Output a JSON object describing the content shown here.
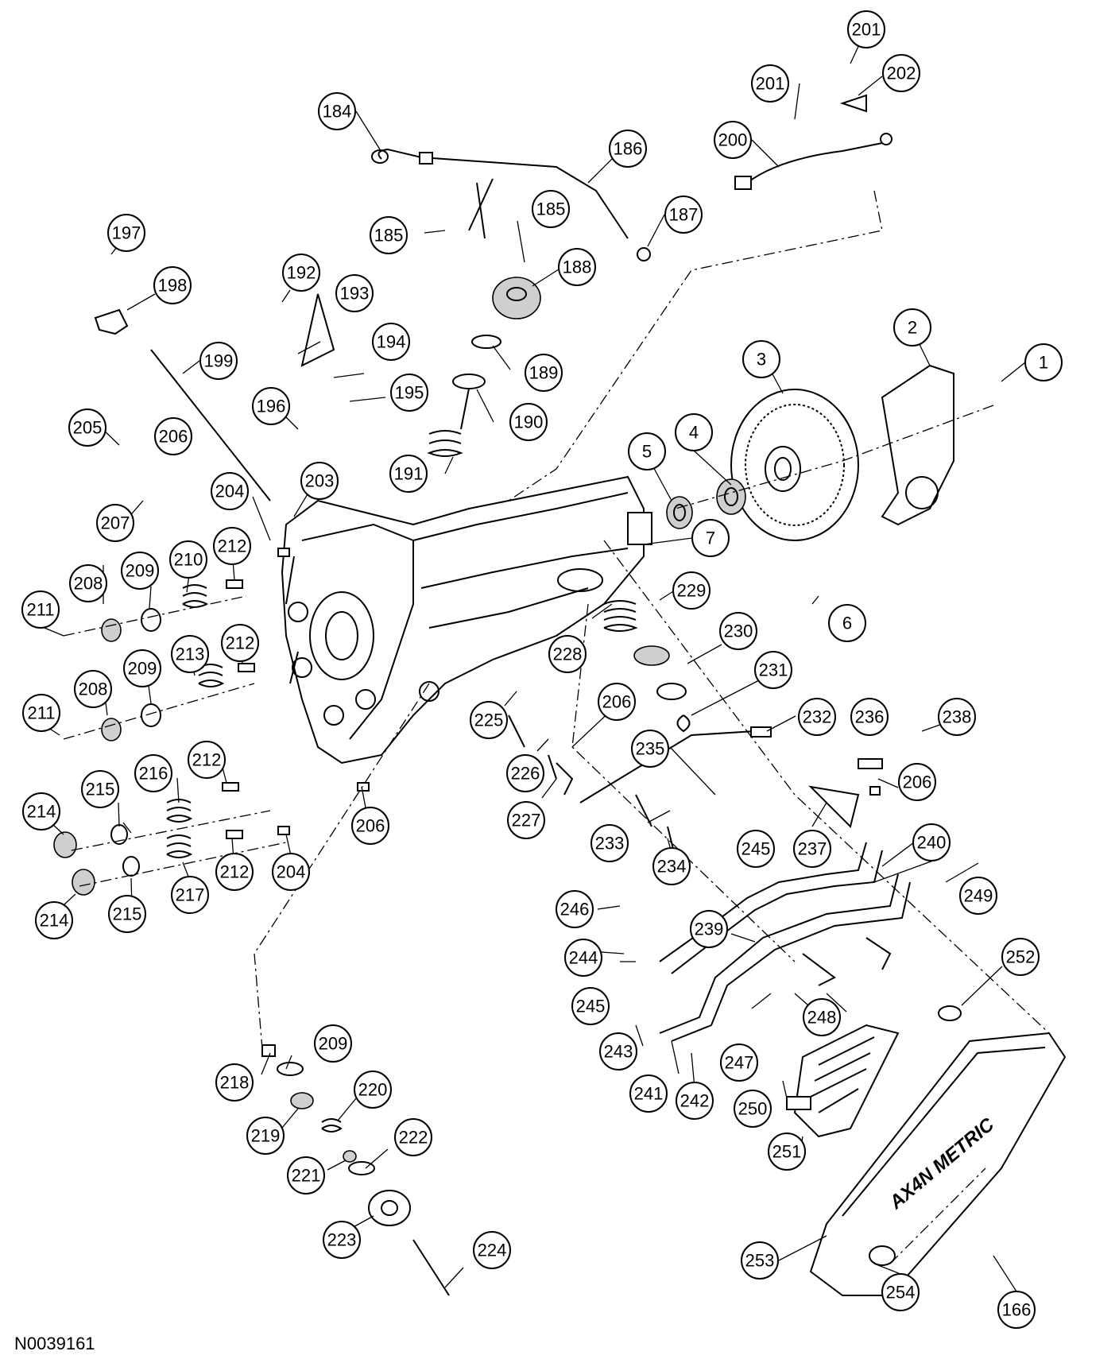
{
  "diagram": {
    "drawing_id": "N0039161",
    "pan_lettering": "AX4N METRIC",
    "callouts": [
      "1",
      "2",
      "3",
      "4",
      "5",
      "6",
      "7",
      "166",
      "184",
      "185",
      "185",
      "186",
      "187",
      "188",
      "189",
      "190",
      "191",
      "192",
      "193",
      "194",
      "195",
      "196",
      "197",
      "198",
      "199",
      "200",
      "201",
      "201",
      "202",
      "203",
      "204",
      "204",
      "205",
      "206",
      "206",
      "206",
      "206",
      "207",
      "208",
      "208",
      "209",
      "209",
      "209",
      "210",
      "211",
      "211",
      "212",
      "212",
      "212",
      "212",
      "213",
      "214",
      "214",
      "215",
      "215",
      "216",
      "217",
      "218",
      "219",
      "220",
      "221",
      "222",
      "223",
      "224",
      "225",
      "226",
      "227",
      "228",
      "229",
      "230",
      "231",
      "232",
      "233",
      "234",
      "235",
      "236",
      "237",
      "238",
      "239",
      "240",
      "241",
      "242",
      "243",
      "244",
      "245",
      "245",
      "246",
      "247",
      "248",
      "249",
      "250",
      "251",
      "252",
      "253",
      "254"
    ]
  }
}
